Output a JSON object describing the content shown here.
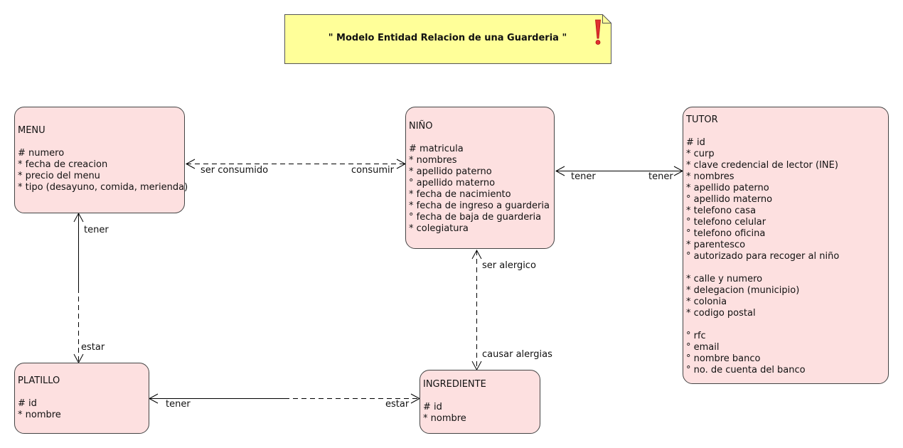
{
  "note": {
    "title": "\" Modelo Entidad Relacion de una Guarderia \"",
    "icon": "exclamation-icon"
  },
  "entities": {
    "menu": {
      "name": "MENU",
      "attributes": [
        "# numero",
        "* fecha de creacion",
        "* precio del menu",
        "* tipo (desayuno, comida, merienda)"
      ]
    },
    "nino": {
      "name": "NIÑO",
      "attributes": [
        "# matricula",
        "* nombres",
        "* apellido paterno",
        "° apellido materno",
        "* fecha de nacimiento",
        "* fecha de ingreso a guarderia",
        "° fecha de baja de guarderia",
        "* colegiatura"
      ]
    },
    "tutor": {
      "name": "TUTOR",
      "attributes": [
        "# id",
        "* curp",
        "* clave credencial de lector (INE)",
        "* nombres",
        "* apellido paterno",
        "° apellido materno",
        "* telefono casa",
        "° telefono celular",
        "° telefono oficina",
        "* parentesco",
        "° autorizado para recoger al niño",
        "",
        "* calle y numero",
        "* delegacion (municipio)",
        "* colonia",
        "* codigo postal",
        "",
        "° rfc",
        "° email",
        "° nombre banco",
        "° no. de cuenta del banco"
      ]
    },
    "platillo": {
      "name": "PLATILLO",
      "attributes": [
        "# id",
        "* nombre"
      ]
    },
    "ingrediente": {
      "name": "INGREDIENTE",
      "attributes": [
        "# id",
        "* nombre"
      ]
    }
  },
  "relationships": {
    "menu_nino": {
      "from": "ser consumido",
      "to": "consumir"
    },
    "nino_tutor": {
      "from": "tener",
      "to": "tener"
    },
    "menu_platillo": {
      "from": "tener",
      "to": "estar"
    },
    "nino_ingrediente": {
      "from": "ser alergico",
      "to": "causar alergias"
    },
    "platillo_ingrediente": {
      "from": "tener",
      "to": "estar"
    }
  },
  "colors": {
    "entity_fill": "#fde0e0",
    "note_fill": "#ffff99",
    "line": "#000000",
    "icon": "#e03030"
  }
}
